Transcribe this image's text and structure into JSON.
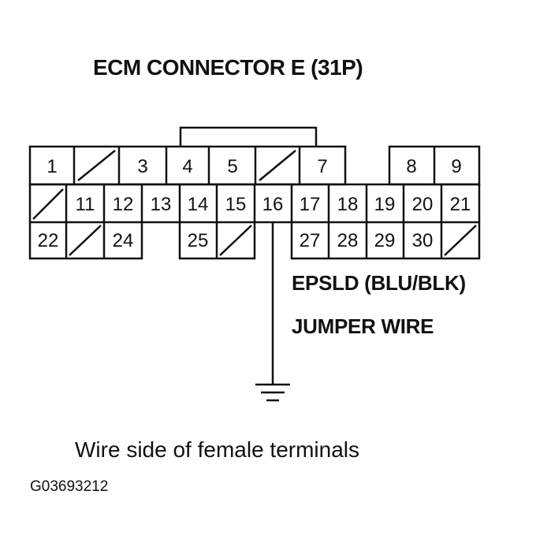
{
  "title": "ECM CONNECTOR E (31P)",
  "wire_label": "EPSLD (BLU/BLK)",
  "jumper_label": "JUMPER WIRE",
  "caption": "Wire side of female terminals",
  "figure_id": "G03693212",
  "connector": {
    "rows": [
      [
        "1",
        "",
        "3",
        "4",
        "5",
        "",
        "7",
        null,
        "8",
        "9"
      ],
      [
        "",
        "11",
        "12",
        "13",
        "14",
        "15",
        "16",
        "17",
        "18",
        "19",
        "20",
        "21"
      ],
      [
        "22",
        "",
        "24",
        null,
        "25",
        "",
        null,
        "27",
        "28",
        "29",
        "30",
        ""
      ]
    ]
  }
}
